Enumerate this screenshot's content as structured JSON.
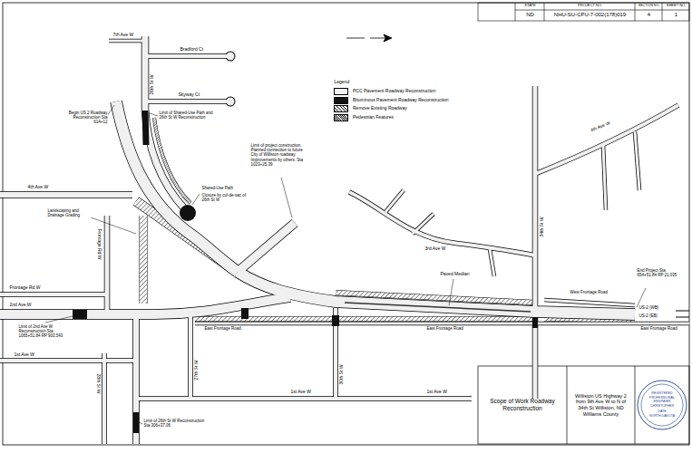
{
  "diagram": {
    "nodes": [
      {
        "text": [
          "Scope of Work Roadway Reconstruction"
        ]
      },
      {
        "text": [
          "Williston US Highway 2 from 9th Ave W to N of 34th St Williston, ND Williams County"
        ]
      },
      {
        "text": [
          "REGISTERED PROFESSIONAL ENGINEER",
          "CHRISTOPHER",
          "DATE",
          "NORTH DAKOTA"
        ]
      }
    ],
    "labels": [
      "STATE",
      "PROJECT NO.",
      "SECTION NO.",
      "SHEET NO.",
      "ND",
      "NHU-SU-CPU-7-002(178)019",
      "4",
      "1",
      "Legend",
      "7th Ave W",
      "Bradford Ct",
      "Skyway Ct",
      "26th St W",
      "Begin US 2 Roadway Reconstruction Sta 614+12",
      "Limit of Shared-Use Path and 26th St W Reconstruction",
      "4th Ave W",
      "Landscaping and Drainage Grading",
      "Frontage Rd W",
      "Shared-Use Path",
      "Closure by cul-de-sac of 26th St W",
      "Limit of project construction. Planned connection to future City of Williston roadway. Improvements by others. Sta 1023+25.39",
      "Frontage Rd W",
      "2nd Ave W",
      "Limit of 2nd Ave W Reconstruction Sta 1065+51.84 RP 903.543",
      "1st Ave W",
      "27th St W",
      "28th St W",
      "Limit of 26th St W Reconstruction Sta 306+37.06",
      "1st Ave W",
      "1st Ave W",
      "30th St W",
      "East Frontage Road",
      "East Frontage Road",
      "East Frontage Road",
      "Paved Median",
      "3rd Ave W",
      "4th Ave W",
      "34th St W",
      "End Project Sta 654+51.84 RP 21.035",
      "West Frontage Road",
      "US-2 (WB)",
      "US-2 (EB)"
    ],
    "legend": [
      {
        "text": "PCC Pavement Roadway Reconstruction",
        "color": "#f0f0f0"
      },
      {
        "text": "Bituminous Pavement Roadway Reconstruction",
        "color": "#111111"
      },
      {
        "text": "Remove Existing Roadway"
      },
      {
        "text": "Pedestrian Features"
      }
    ]
  }
}
